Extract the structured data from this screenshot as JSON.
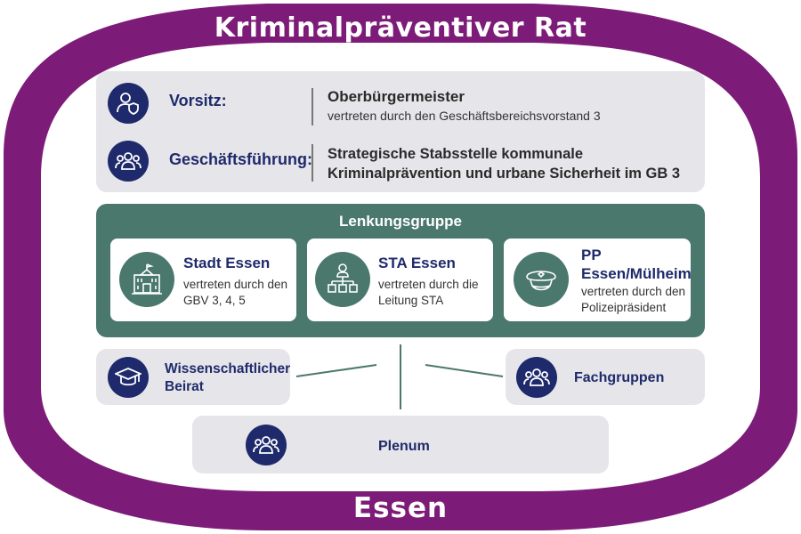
{
  "title": "Kriminalpräventiver Rat",
  "footer": "Essen",
  "colors": {
    "purple": "#7d1b78",
    "navy": "#1e2a6b",
    "teal": "#4a786d",
    "panel": "#e6e6ea"
  },
  "leadership": {
    "vorsitz": {
      "label": "Vorsitz:",
      "title": "Oberbürgermeister",
      "subtitle": "vertreten durch den Geschäftsbereichsvorstand 3",
      "icon": "user-shield-icon"
    },
    "geschaeftsfuehrung": {
      "label": "Geschäftsführung:",
      "text": "Strategische Stabsstelle kommunale Kriminalprävention und urbane Sicherheit im GB 3",
      "icon": "users-group-icon"
    }
  },
  "lenkungsgruppe": {
    "title": "Lenkungsgruppe",
    "members": [
      {
        "title": "Stadt Essen",
        "subtitle": "vertreten durch den GBV 3, 4, 5",
        "icon": "city-hall-icon"
      },
      {
        "title": "STA Essen",
        "subtitle": "vertreten durch die Leitung STA",
        "icon": "org-chart-icon"
      },
      {
        "title": "PP Essen/Mülheim",
        "subtitle": "vertreten durch den Polizeipräsident",
        "icon": "police-cap-icon"
      }
    ]
  },
  "bodies": {
    "beirat": {
      "label": "Wissenschaftlicher Beirat",
      "icon": "graduation-cap-icon"
    },
    "fachgruppen": {
      "label": "Fachgruppen",
      "icon": "users-group-icon"
    },
    "plenum": {
      "label": "Plenum",
      "icon": "users-group-icon"
    }
  }
}
